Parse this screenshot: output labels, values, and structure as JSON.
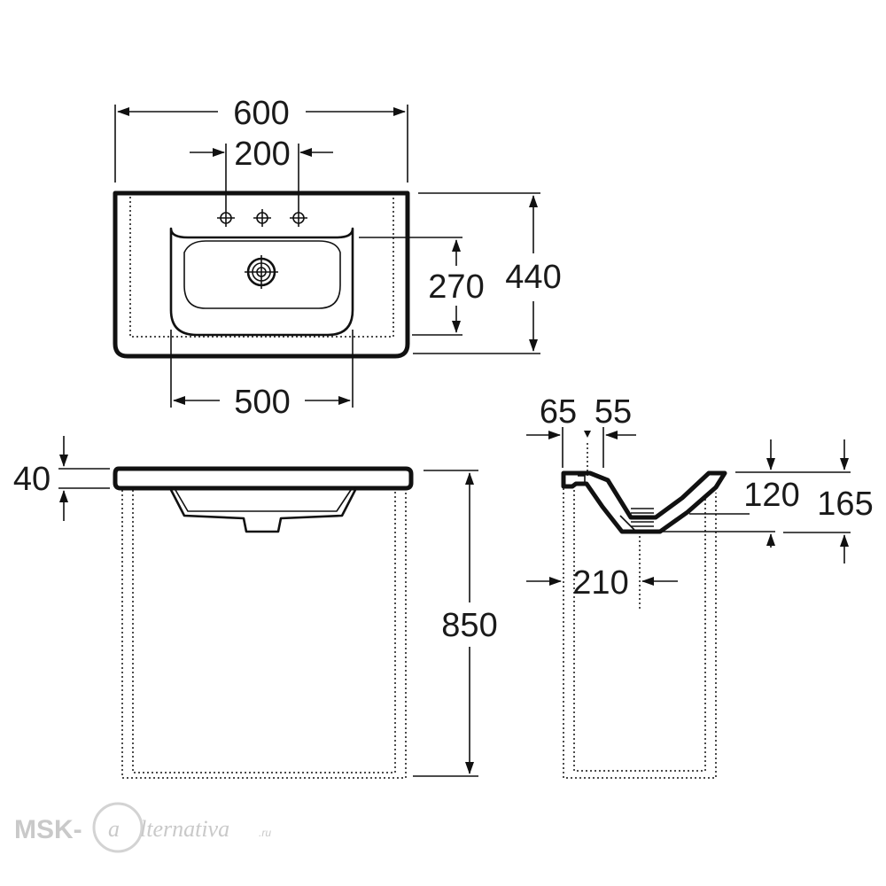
{
  "dimensions": {
    "total_width": "600",
    "tap_spacing": "200",
    "basin_depth": "270",
    "total_depth": "440",
    "basin_width": "500",
    "rim_thickness": "40",
    "mounting_height": "850",
    "rear_offset": "65",
    "tap_offset": "55",
    "basin_height": "120",
    "overall_height": "165",
    "drain_offset": "210"
  },
  "watermark": {
    "brand": "MSK-",
    "letter": "a",
    "rest": "lternativa",
    "domain": ".ru"
  }
}
